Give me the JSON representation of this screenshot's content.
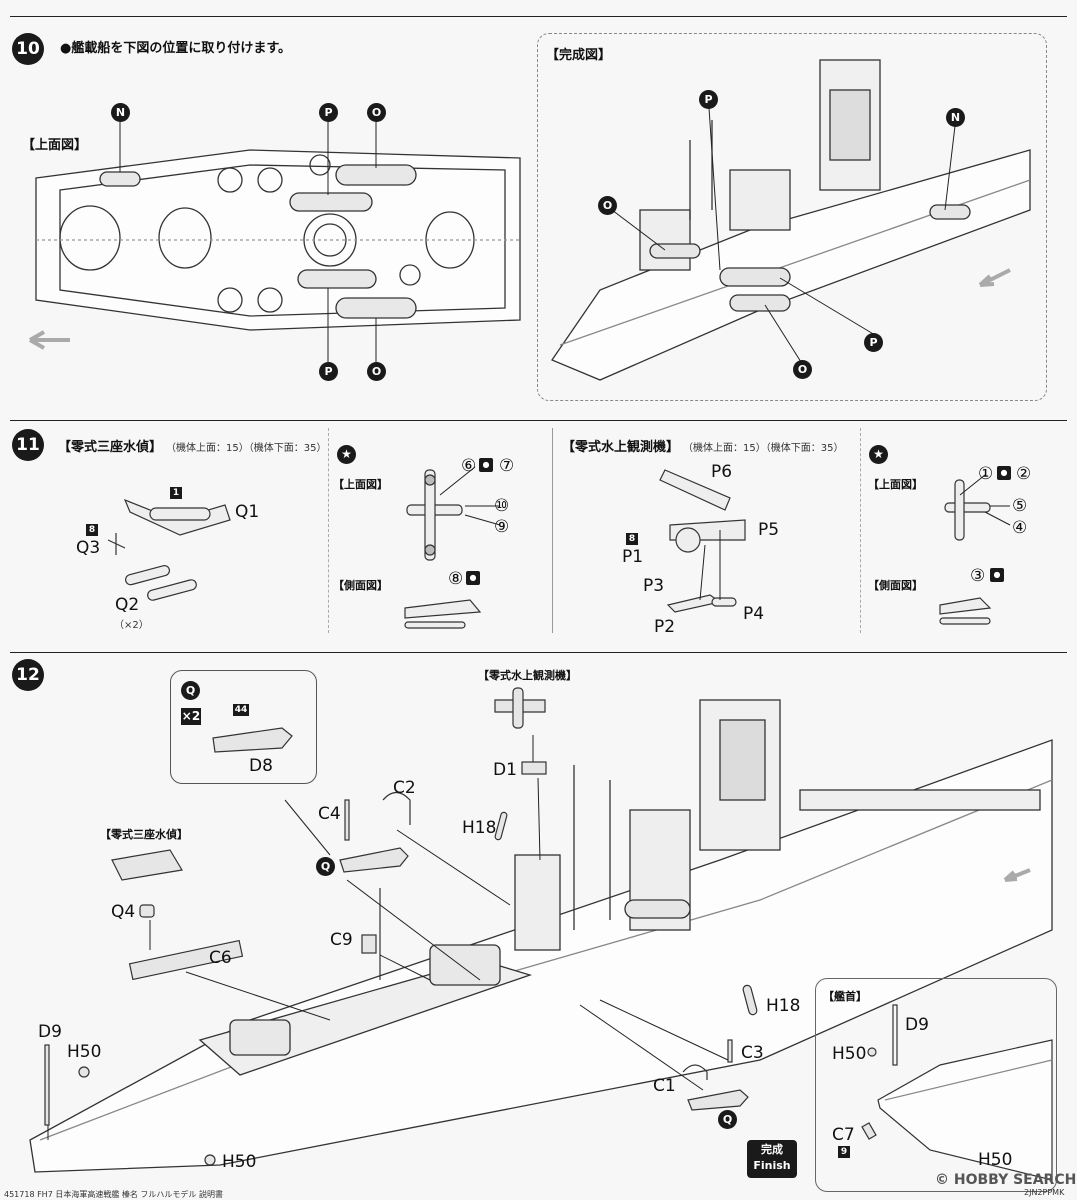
{
  "step10": {
    "number": "10",
    "instruction": "●艦載船を下図の位置に取り付けます。",
    "top_view_label": "【上面図】",
    "complete_label": "【完成図】",
    "tags": [
      "N",
      "P",
      "O",
      "P",
      "O",
      "P",
      "O",
      "N",
      "O",
      "P"
    ]
  },
  "step11": {
    "number": "11",
    "plane1_title": "【零式三座水偵】",
    "plane1_sub": "（機体上面：15）（機体下面：35）",
    "plane2_title": "【零式水上観測機】",
    "plane2_sub": "（機体上面：15）（機体下面：35）",
    "top_view": "【上面図】",
    "side_view": "【側面図】",
    "plane1_parts": {
      "q1": "Q1",
      "q2": "Q2",
      "q2_qty": "（×2）",
      "q3": "Q3",
      "sprue1": "1",
      "sprue8": "8"
    },
    "plane1_decals": {
      "d6": "⑥",
      "d7": "⑦",
      "d10": "⑩",
      "d9": "⑨",
      "d8": "⑧"
    },
    "plane2_parts": {
      "p1": "P1",
      "p2": "P2",
      "p3": "P3",
      "p4": "P4",
      "p5": "P5",
      "p6": "P6",
      "sprue8": "8"
    },
    "plane2_decals": {
      "d1": "①",
      "d2": "②",
      "d5": "⑤",
      "d4": "④",
      "d3": "③"
    }
  },
  "step12": {
    "number": "12",
    "inset_tag": "Q",
    "inset_qty": "×2",
    "inset_sprue": "44",
    "inset_part": "D8",
    "plane2_label": "【零式水上観測機】",
    "plane1_label": "【零式三座水偵】",
    "bow_label": "【艦首】",
    "parts": {
      "d1": "D1",
      "c2": "C2",
      "c4": "C4",
      "h18a": "H18",
      "q_tag_a": "Q",
      "q4": "Q4",
      "c9": "C9",
      "c6": "C6",
      "d9": "D9",
      "h50a": "H50",
      "h50b": "H50",
      "h18b": "H18",
      "c3": "C3",
      "c1": "C1",
      "q_tag_b": "Q",
      "bow_d9": "D9",
      "bow_h50a": "H50",
      "bow_c7": "C7",
      "bow_sprue9": "9",
      "bow_h50b": "H50"
    },
    "finish_jp": "完成",
    "finish_en": "Finish"
  },
  "footer": {
    "left": "451718 FH7 日本海軍高速戦艦 榛名 フルハルモデル 説明書",
    "watermark": "© HOBBY SEARCH",
    "code": "2JN2PPMK"
  }
}
